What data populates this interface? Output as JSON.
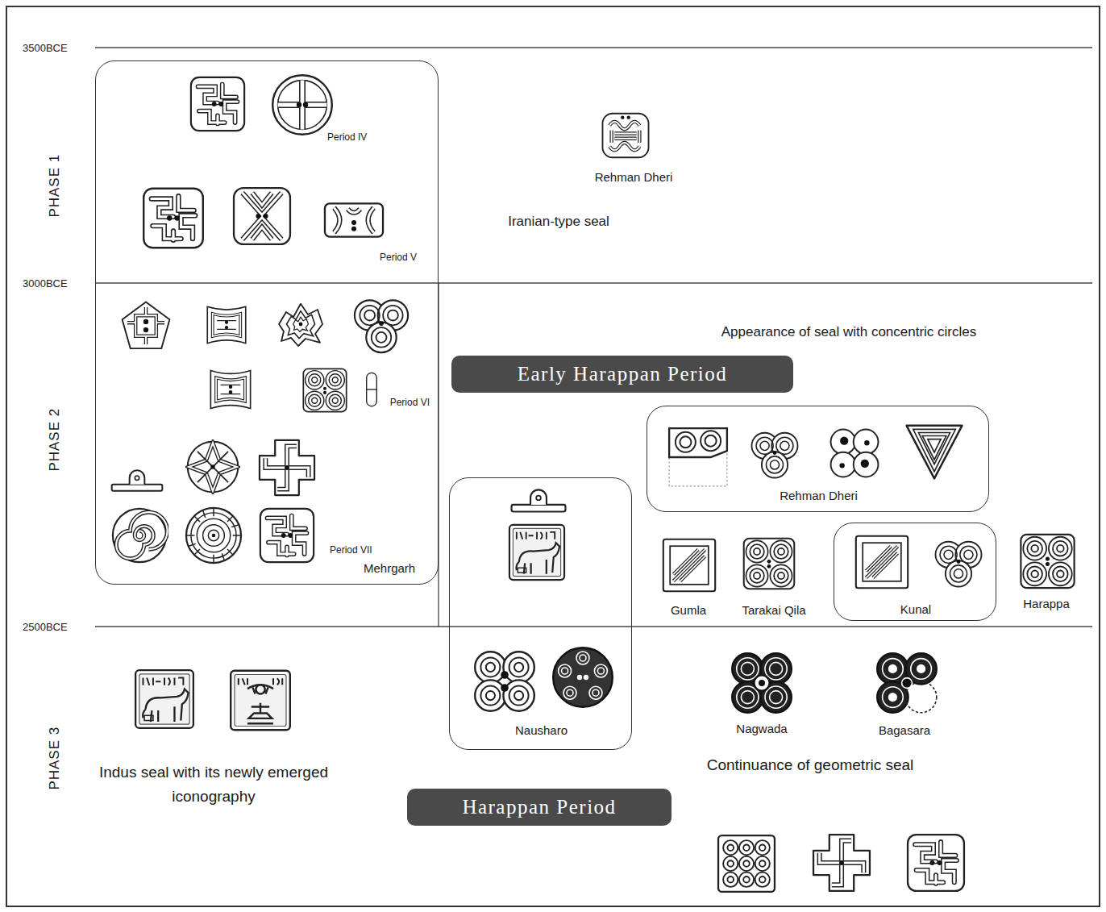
{
  "diagram": {
    "nodes": [
      {
        "text": [
          "Period IV",
          "Period V",
          "Period VI",
          "Period VII",
          "Mehrgarh"
        ]
      },
      {
        "text": [
          "Early Harappan Period"
        ]
      },
      {
        "text": [
          "Rehman Dheri"
        ]
      },
      {
        "text": [
          "Nausharo"
        ]
      },
      {
        "text": [
          "Kunal"
        ]
      },
      {
        "text": [
          "Harappan Period"
        ]
      }
    ],
    "labels": [
      "3500BCE",
      "3000BCE",
      "2500BCE",
      "PHASE 1",
      "PHASE 2",
      "PHASE 3",
      "Rehman Dheri",
      "Iranian-type seal",
      "Appearance of seal with concentric circles",
      "Gumla",
      "Tarakai Qila",
      "Harappa",
      "Nagwada",
      "Bagasara",
      "Continuance of geometric seal",
      "Indus seal with its newly emerged iconography"
    ]
  }
}
